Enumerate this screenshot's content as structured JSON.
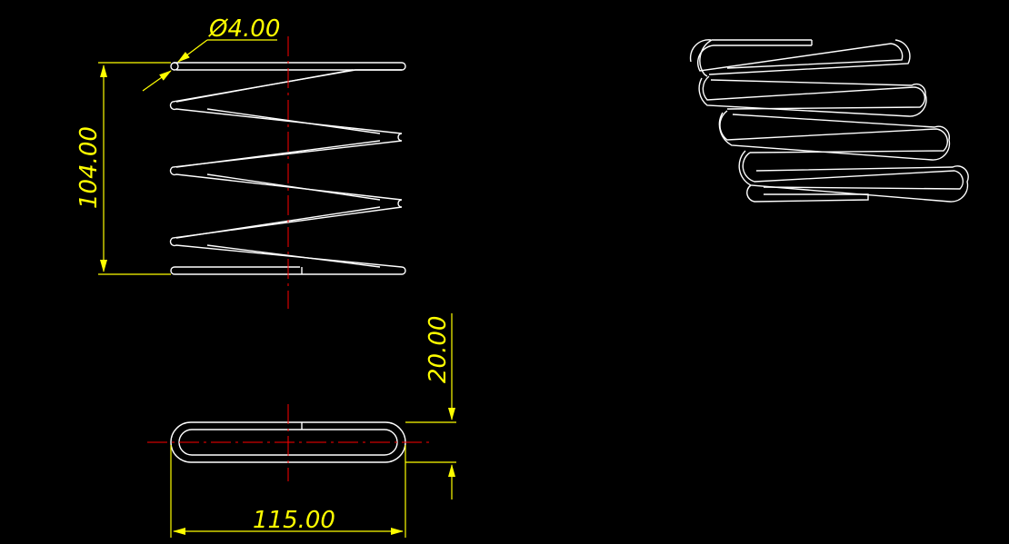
{
  "colors": {
    "background": "#000000",
    "geometry": "#ffffff",
    "dimension": "#ffff00",
    "centerline": "#ff0000"
  },
  "dimensions": {
    "wire_diameter": "Ø4.00",
    "free_height": "104.00",
    "flat_thickness": "20.00",
    "flat_length": "115.00"
  }
}
